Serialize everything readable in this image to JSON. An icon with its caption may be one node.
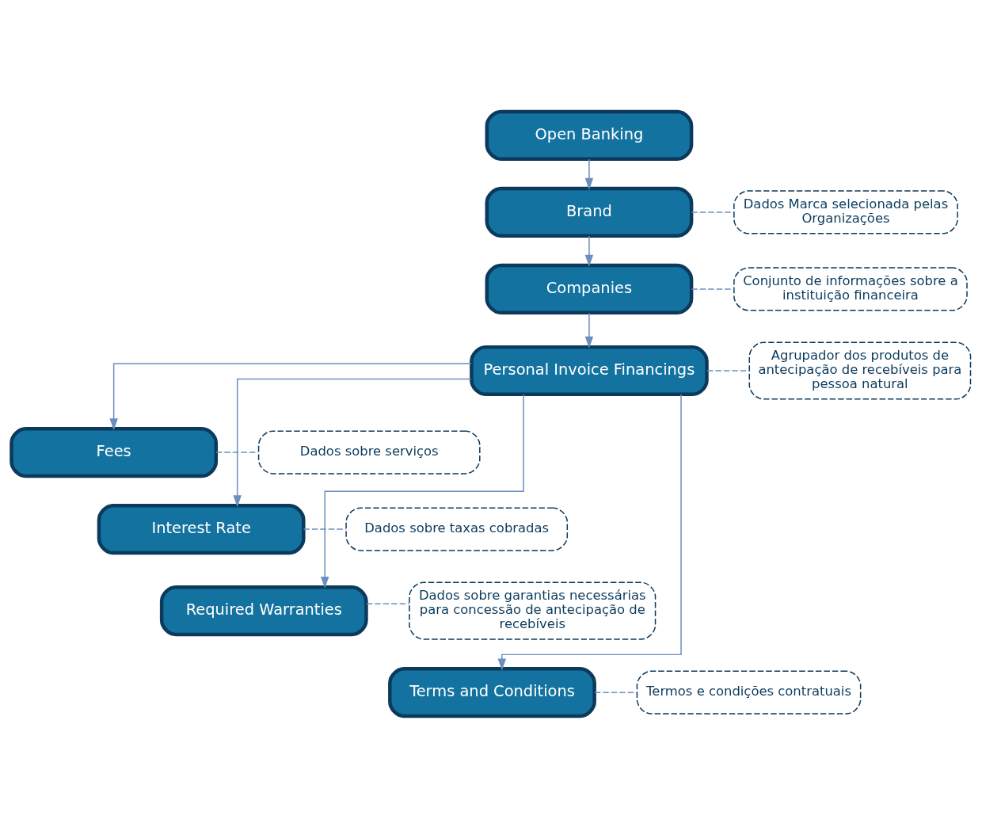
{
  "diagram": {
    "nodes": [
      {
        "text": [
          "Open Banking"
        ]
      },
      {
        "text": [
          "Brand"
        ]
      },
      {
        "text": [
          "Companies"
        ]
      },
      {
        "text": [
          "Personal Invoice Financings"
        ]
      },
      {
        "text": [
          "Fees"
        ]
      },
      {
        "text": [
          "Interest Rate"
        ]
      },
      {
        "text": [
          "Required Warranties"
        ]
      },
      {
        "text": [
          "Terms and Conditions"
        ]
      },
      {
        "text": [
          "Dados Marca selecionada pelas Organizações"
        ]
      },
      {
        "text": [
          "Conjunto de informações sobre a instituição financeira"
        ]
      },
      {
        "text": [
          "Agrupador dos produtos de antecipação de recebíveis para pessoa natural"
        ]
      },
      {
        "text": [
          "Dados sobre serviços"
        ]
      },
      {
        "text": [
          "Dados sobre taxas cobradas"
        ]
      },
      {
        "text": [
          "Dados sobre garantias necessárias para concessão de antecipação de recebíveis"
        ]
      },
      {
        "text": [
          "Termos e condições contratuais"
        ]
      }
    ],
    "edges": [
      {
        "from": 0,
        "to": 1,
        "arrow": "to"
      },
      {
        "from": 1,
        "to": 2,
        "arrow": "to"
      },
      {
        "from": 2,
        "to": 3,
        "arrow": "to"
      },
      {
        "from": 3,
        "to": 4,
        "arrow": "to"
      },
      {
        "from": 3,
        "to": 5,
        "arrow": "to"
      },
      {
        "from": 3,
        "to": 6,
        "arrow": "to"
      },
      {
        "from": 3,
        "to": 7,
        "arrow": "to"
      },
      {
        "from": 1,
        "to": 8,
        "arrow": "none",
        "style": "dashed"
      },
      {
        "from": 2,
        "to": 9,
        "arrow": "none",
        "style": "dashed"
      },
      {
        "from": 3,
        "to": 10,
        "arrow": "none",
        "style": "dashed"
      },
      {
        "from": 4,
        "to": 11,
        "arrow": "none",
        "style": "dashed"
      },
      {
        "from": 5,
        "to": 12,
        "arrow": "none",
        "style": "dashed"
      },
      {
        "from": 6,
        "to": 13,
        "arrow": "none",
        "style": "dashed"
      },
      {
        "from": 7,
        "to": 14,
        "arrow": "none",
        "style": "dashed"
      }
    ]
  }
}
